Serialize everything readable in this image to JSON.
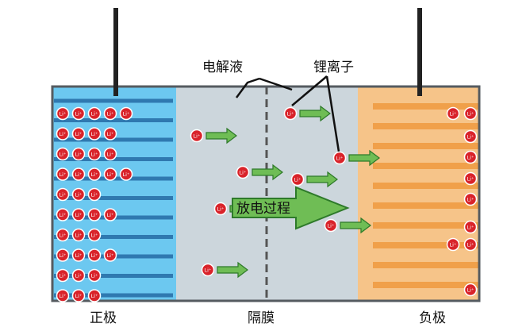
{
  "labels": {
    "electrolyte": "电解液",
    "lithium_ion": "锂离子",
    "process": "放电过程",
    "cathode": "正极",
    "separator": "隔膜",
    "anode": "负极",
    "ion_symbol": "Li⁺"
  },
  "colors": {
    "cathode_fill": "#6cc8f0",
    "cathode_plate": "#2f79b0",
    "electrolyte_fill": "#ccd6dc",
    "anode_fill": "#f6c489",
    "anode_plate": "#f0a04a",
    "ion_fill": "#d9232a",
    "arrow_fill": "#6fbd55",
    "arrow_stroke": "#2e7a2a",
    "frame": "#555b60",
    "wire": "#222222"
  },
  "icons": [
    "lithium-ion-icon",
    "migration-arrow-icon",
    "discharge-arrow-icon"
  ]
}
